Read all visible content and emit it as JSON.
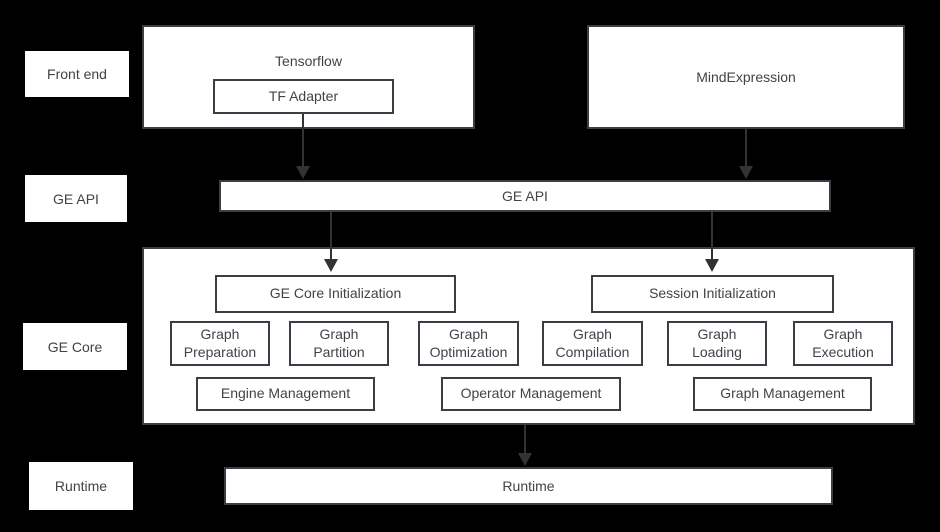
{
  "colors": {
    "background": "#000000",
    "box_fill": "#ffffff",
    "box_border": "#3b3f45",
    "text": "#404347",
    "arrow": "#333333"
  },
  "row_labels": [
    "Front end",
    "GE API",
    "GE Core",
    "Runtime"
  ],
  "front_end": {
    "tensorflow_label": "Tensorflow",
    "tf_adapter_label": "TF Adapter",
    "mind_expression_label": "MindExpression"
  },
  "ge_api_bar": {
    "label": "GE API"
  },
  "ge_core": {
    "initialization_boxes": [
      "GE Core Initialization",
      "Session Initialization"
    ],
    "function_boxes": [
      "Graph Preparation",
      "Graph Partition",
      "Graph Optimization",
      "Graph Compilation",
      "Graph Loading",
      "Graph Execution"
    ],
    "management_boxes": [
      "Engine Management",
      "Operator Management",
      "Graph Management"
    ]
  },
  "runtime_bar": {
    "label": "Runtime"
  }
}
